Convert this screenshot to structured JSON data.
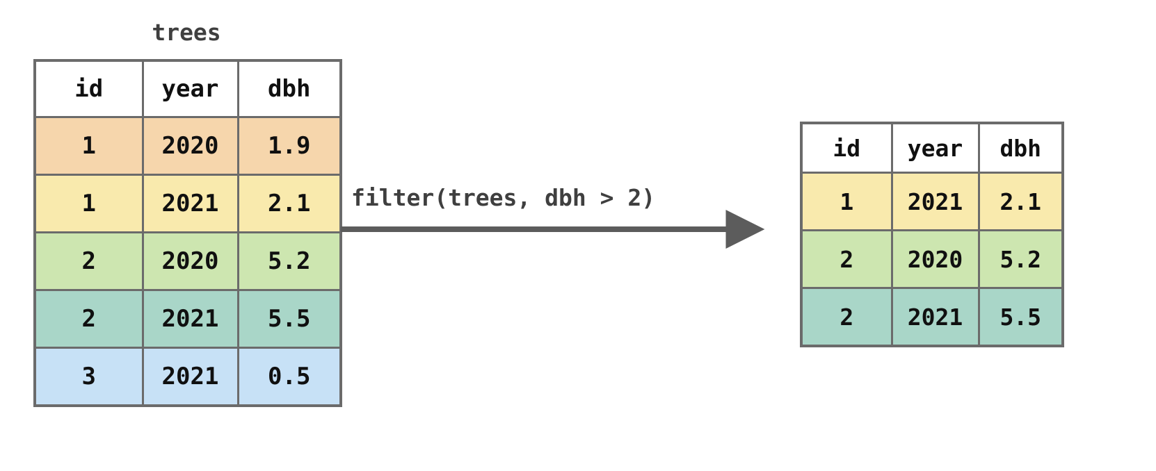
{
  "diagram": {
    "type": "dataframe-filter-illustration",
    "background_color": "#ffffff",
    "border_color": "#6b6b6b",
    "text_color": "#101010",
    "accent_text_color": "#3f3f3f"
  },
  "source_table": {
    "title": "trees",
    "columns": [
      "id",
      "year",
      "dbh"
    ],
    "rows": [
      {
        "id": "1",
        "year": "2020",
        "dbh": "1.9",
        "color": "#f6d6ac"
      },
      {
        "id": "1",
        "year": "2021",
        "dbh": "2.1",
        "color": "#f9eaad"
      },
      {
        "id": "2",
        "year": "2020",
        "dbh": "5.2",
        "color": "#cde6b0"
      },
      {
        "id": "2",
        "year": "2021",
        "dbh": "5.5",
        "color": "#a9d6c8"
      },
      {
        "id": "3",
        "year": "2021",
        "dbh": "0.5",
        "color": "#c7e1f6"
      }
    ]
  },
  "operation": {
    "label": "filter(trees, dbh > 2)",
    "arrow_color": "#5c5c5c",
    "direction": "left-to-right"
  },
  "result_table": {
    "title": "",
    "columns": [
      "id",
      "year",
      "dbh"
    ],
    "rows": [
      {
        "id": "1",
        "year": "2021",
        "dbh": "2.1",
        "color": "#f9eaad"
      },
      {
        "id": "2",
        "year": "2020",
        "dbh": "5.2",
        "color": "#cde6b0"
      },
      {
        "id": "2",
        "year": "2021",
        "dbh": "5.5",
        "color": "#a9d6c8"
      }
    ]
  }
}
